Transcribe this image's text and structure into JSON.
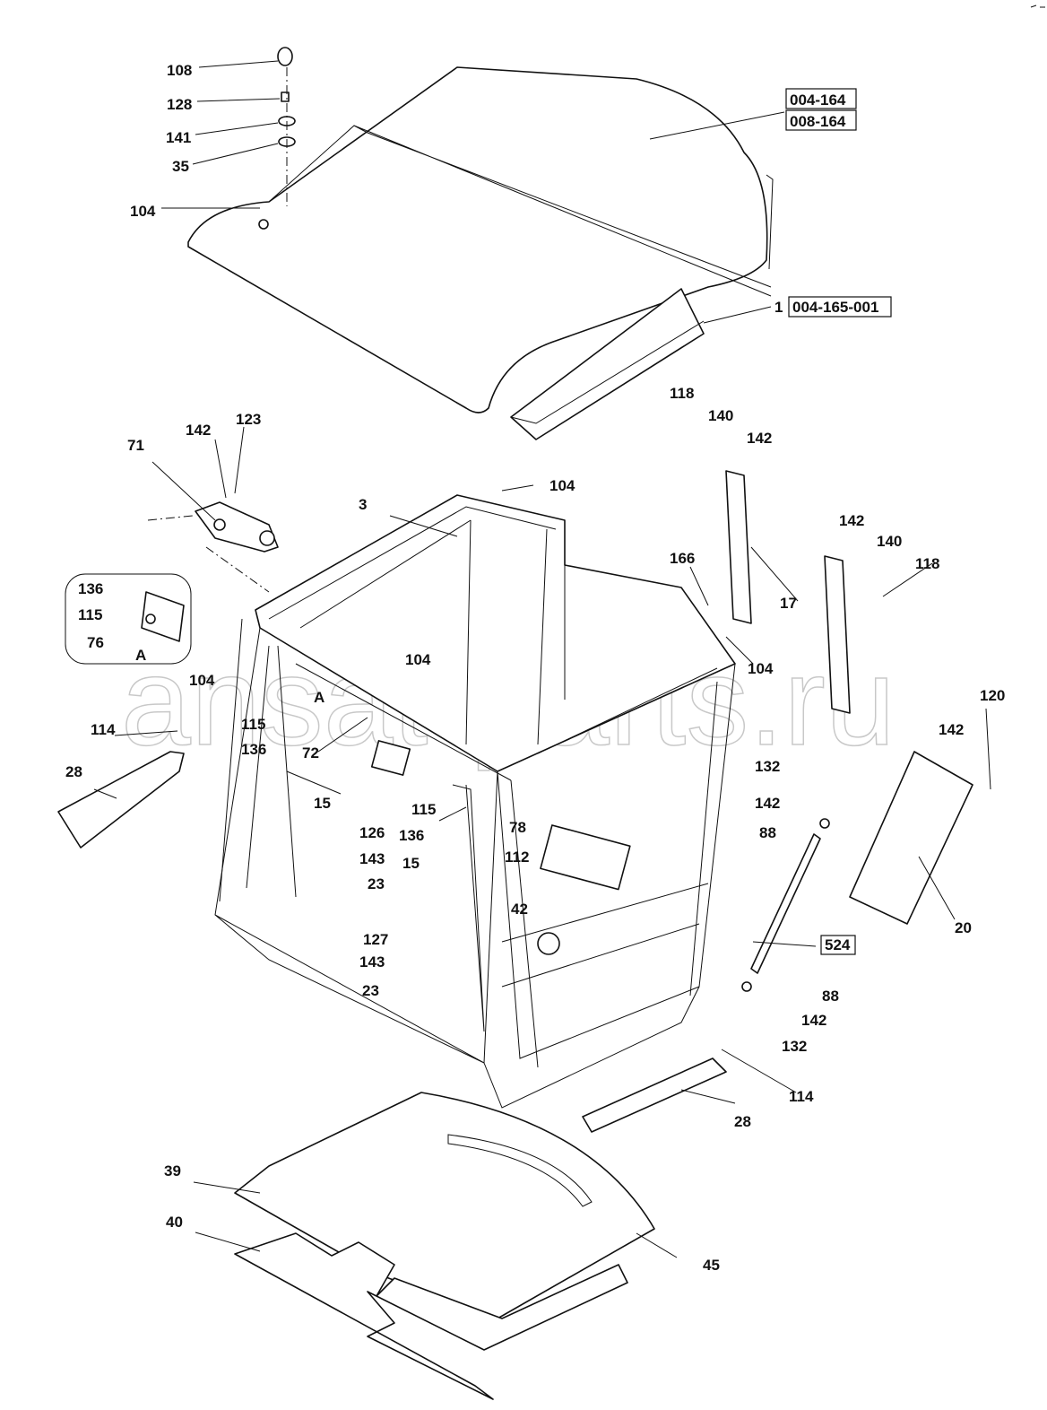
{
  "watermark": "ansat-parts.ru",
  "callouts": {
    "roof": [
      "108",
      "128",
      "141",
      "35",
      "104"
    ],
    "roof_refs": [
      "004-164",
      "008-164"
    ],
    "visor_item": "1",
    "visor_ref": "004-165-001",
    "frame": [
      "118",
      "140",
      "142",
      "142",
      "123",
      "71",
      "3",
      "104",
      "166",
      "142",
      "140",
      "118",
      "17",
      "104"
    ],
    "detail_a": [
      "136",
      "115",
      "76",
      "A"
    ],
    "front": [
      "104",
      "104",
      "A",
      "115",
      "136",
      "114",
      "72",
      "28",
      "15",
      "115",
      "136",
      "126",
      "78",
      "143",
      "15",
      "112",
      "23",
      "42"
    ],
    "right": [
      "132",
      "142",
      "88",
      "120",
      "142",
      "20",
      "88",
      "142",
      "132",
      "114",
      "28"
    ],
    "strut_ref": "524",
    "floor_bolts": [
      "127",
      "143",
      "23"
    ],
    "floor": [
      "39",
      "40",
      "45"
    ]
  }
}
